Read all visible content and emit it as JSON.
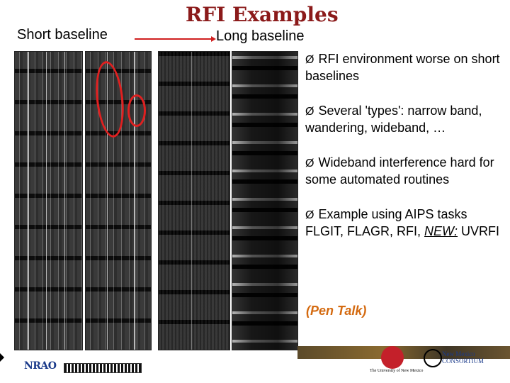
{
  "slide": {
    "title": "RFI Examples",
    "short_label": "Short baseline",
    "long_label": "Long baseline"
  },
  "bullets": [
    {
      "mark": "Ø",
      "text": "RFI environment worse on short baselines"
    },
    {
      "mark": "Ø",
      "text": "Several 'types': narrow band, wandering, wideband, …"
    },
    {
      "mark": "Ø",
      "text": "Wideband interference hard for some automated routines"
    },
    {
      "mark": "Ø",
      "prefix": "Example using AIPS tasks FLGIT, FLAGR, RFI, ",
      "emph": "NEW:",
      "suffix": " UVRFI"
    }
  ],
  "pen_talk": "(Pen Talk)",
  "footer": {
    "nrao": "NRAO",
    "unm": "The University of New Mexico",
    "nmc_line1": "New Mexico",
    "nmc_line2": "CONSORTIUM"
  },
  "colors": {
    "title": "#8b1a1a",
    "highlight": "#e02020",
    "pen_talk": "#d46a10"
  }
}
